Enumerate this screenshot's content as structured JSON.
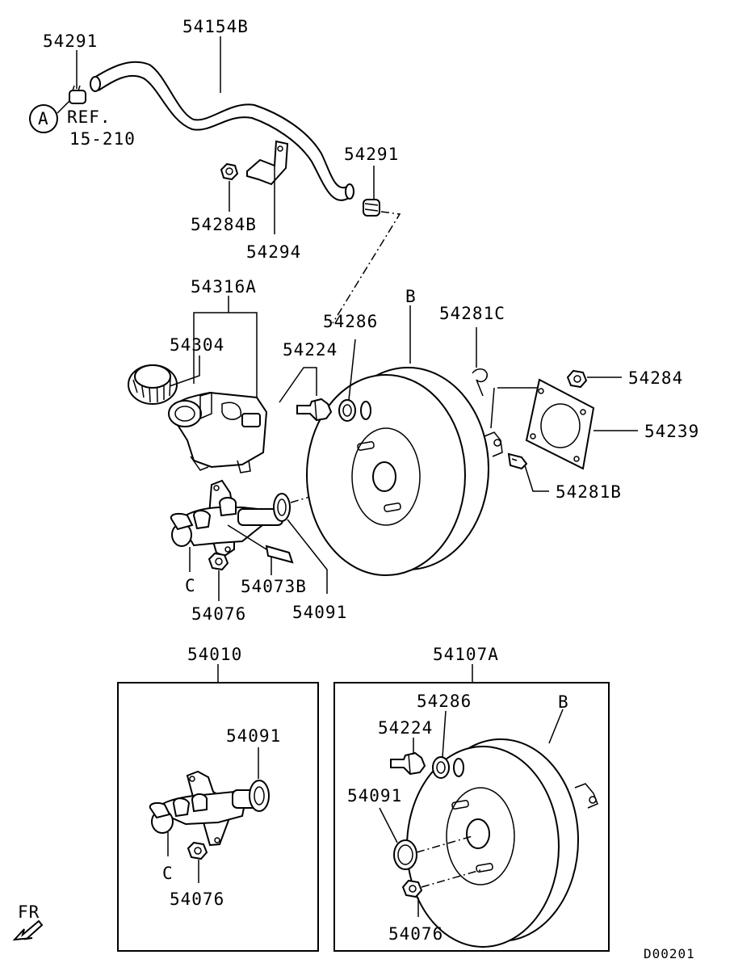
{
  "diagram_code": "D00201",
  "direction": {
    "label": "FR"
  },
  "upper_labels": {
    "hose_clip_left": "54291",
    "vacuum_hose": "54154B",
    "view_a": "A",
    "ref_line1": "REF.",
    "ref_line2": "15-210",
    "hose_clip_right": "54291",
    "nut_bracket": "54284B",
    "hose_bracket": "54294",
    "reservoir_assy": "54316A",
    "reservoir_cap": "54304",
    "grommet": "54286",
    "check_valve": "54224",
    "booster_ref": "B",
    "pin": "54281C",
    "nut": "54284",
    "gasket": "54239",
    "bolt": "54281B",
    "master_cyl_ref": "C",
    "nut_mc": "54076",
    "sensor": "54073B",
    "o_ring": "54091"
  },
  "box_left": {
    "title": "54010",
    "o_ring": "54091",
    "master_cyl_ref": "C",
    "nut": "54076"
  },
  "box_right": {
    "title": "54107A",
    "grommet": "54286",
    "booster_ref": "B",
    "check_valve": "54224",
    "o_ring": "54091",
    "nut": "54076"
  }
}
